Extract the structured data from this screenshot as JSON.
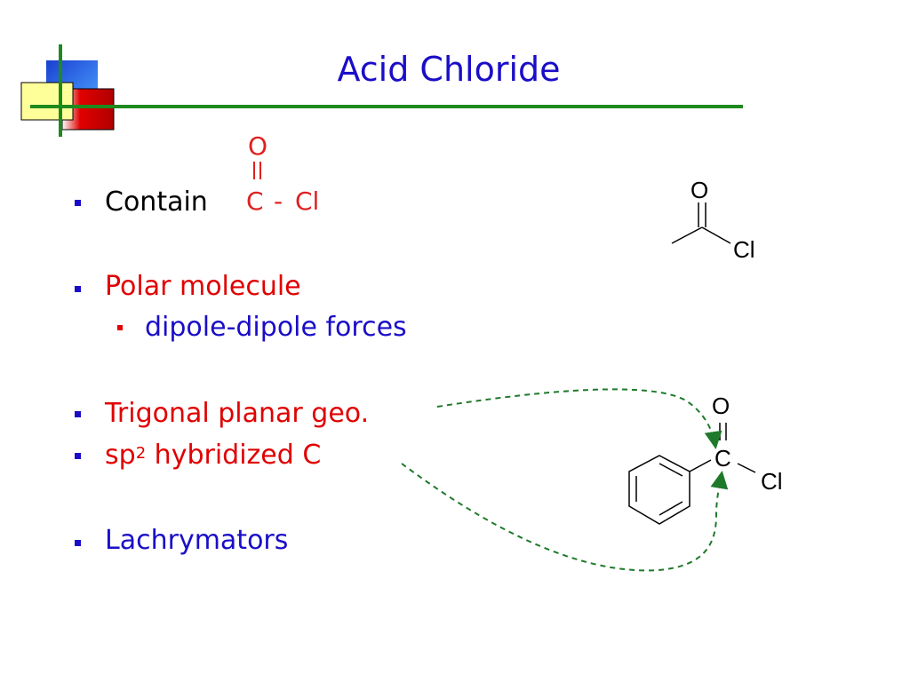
{
  "slide": {
    "title": "Acid Chloride"
  },
  "colors": {
    "accent_blue": "#1a0dc8",
    "accent_red": "#e00000",
    "rule_green": "#1e8a1e",
    "connector_green": "#1e7a2a",
    "logo_blue": "#2a6fe8",
    "logo_yellow": "#ffff99",
    "logo_red": "#d80000"
  },
  "bullets": [
    {
      "text": "Contain"
    },
    {
      "text": "Polar molecule"
    },
    {
      "text": "dipole-dipole forces"
    },
    {
      "text": "Trigonal planar geo."
    },
    {
      "text_before": "sp",
      "superscript": "2",
      "text_after": " hybridized C"
    },
    {
      "text": "Lachrymators"
    }
  ],
  "inline_formula": {
    "oxygen": "O",
    "carbon": "C",
    "bond": "-",
    "chlorine": "Cl"
  },
  "acetyl_structure": {
    "oxygen": "O",
    "chlorine": "Cl"
  },
  "benzoyl_structure": {
    "oxygen": "O",
    "carbon": "C",
    "chlorine": "Cl"
  }
}
